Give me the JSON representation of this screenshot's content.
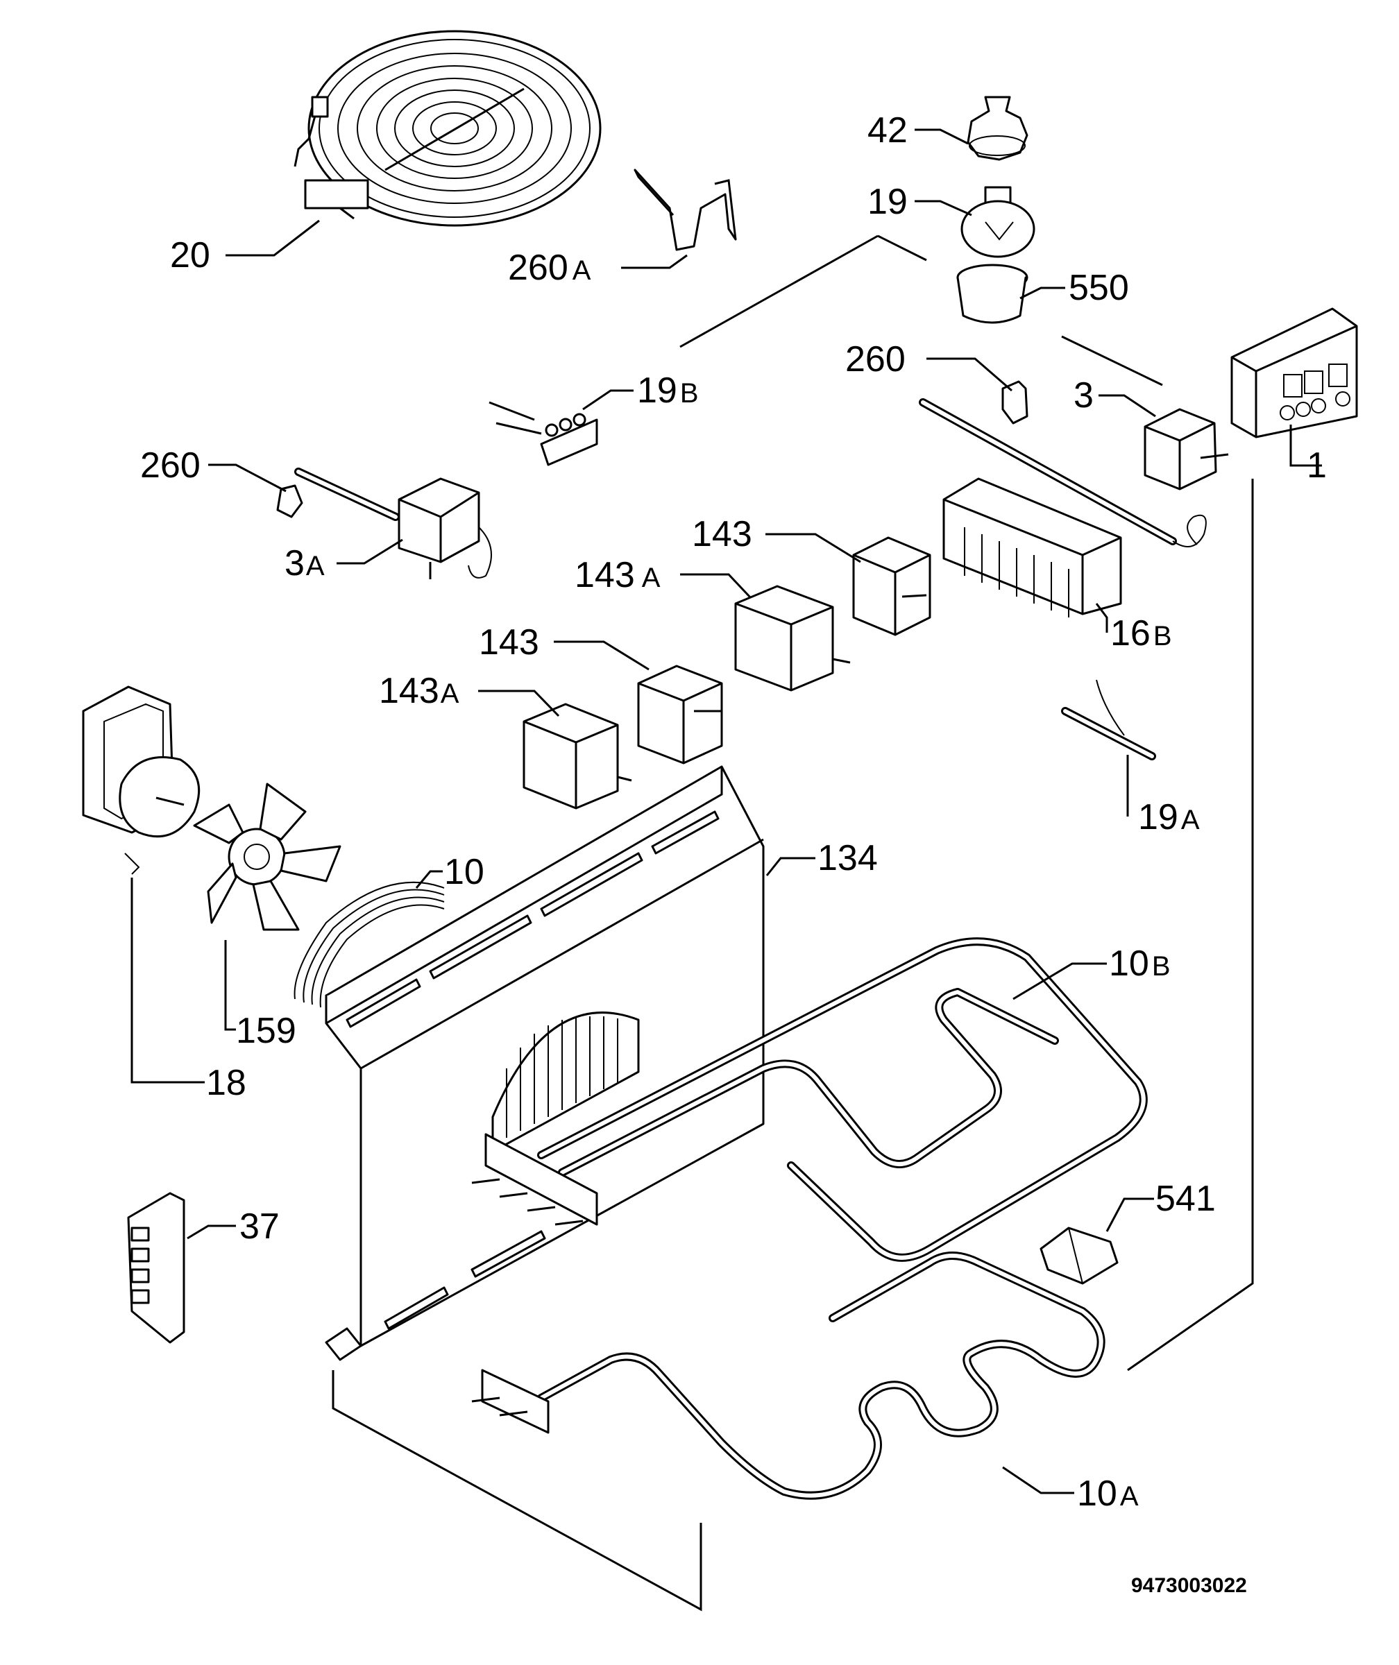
{
  "diagram": {
    "drawing_number": "9473003022",
    "labels": {
      "l20": "20",
      "l260A": {
        "num": "260",
        "suffix": "A"
      },
      "l42": "42",
      "l19": "19",
      "l550": "550",
      "l260b": "260",
      "l3": "3",
      "l1": "1",
      "l19B": {
        "num": "19",
        "suffix": "B"
      },
      "l260a": "260",
      "l3A": {
        "num": "3",
        "suffix": "A"
      },
      "l143a": "143",
      "l143Aa": {
        "num": "143",
        "suffix": "A"
      },
      "l16B": {
        "num": "16",
        "suffix": "B"
      },
      "l143b": "143",
      "l143Ab": {
        "num": "143",
        "suffix": "A"
      },
      "l19A": {
        "num": "19",
        "suffix": "A"
      },
      "l10": "10",
      "l134": "134",
      "l10B": {
        "num": "10",
        "suffix": "B"
      },
      "l159": "159",
      "l18": "18",
      "l541": "541",
      "l37": "37",
      "l10A": {
        "num": "10",
        "suffix": "A"
      }
    }
  }
}
